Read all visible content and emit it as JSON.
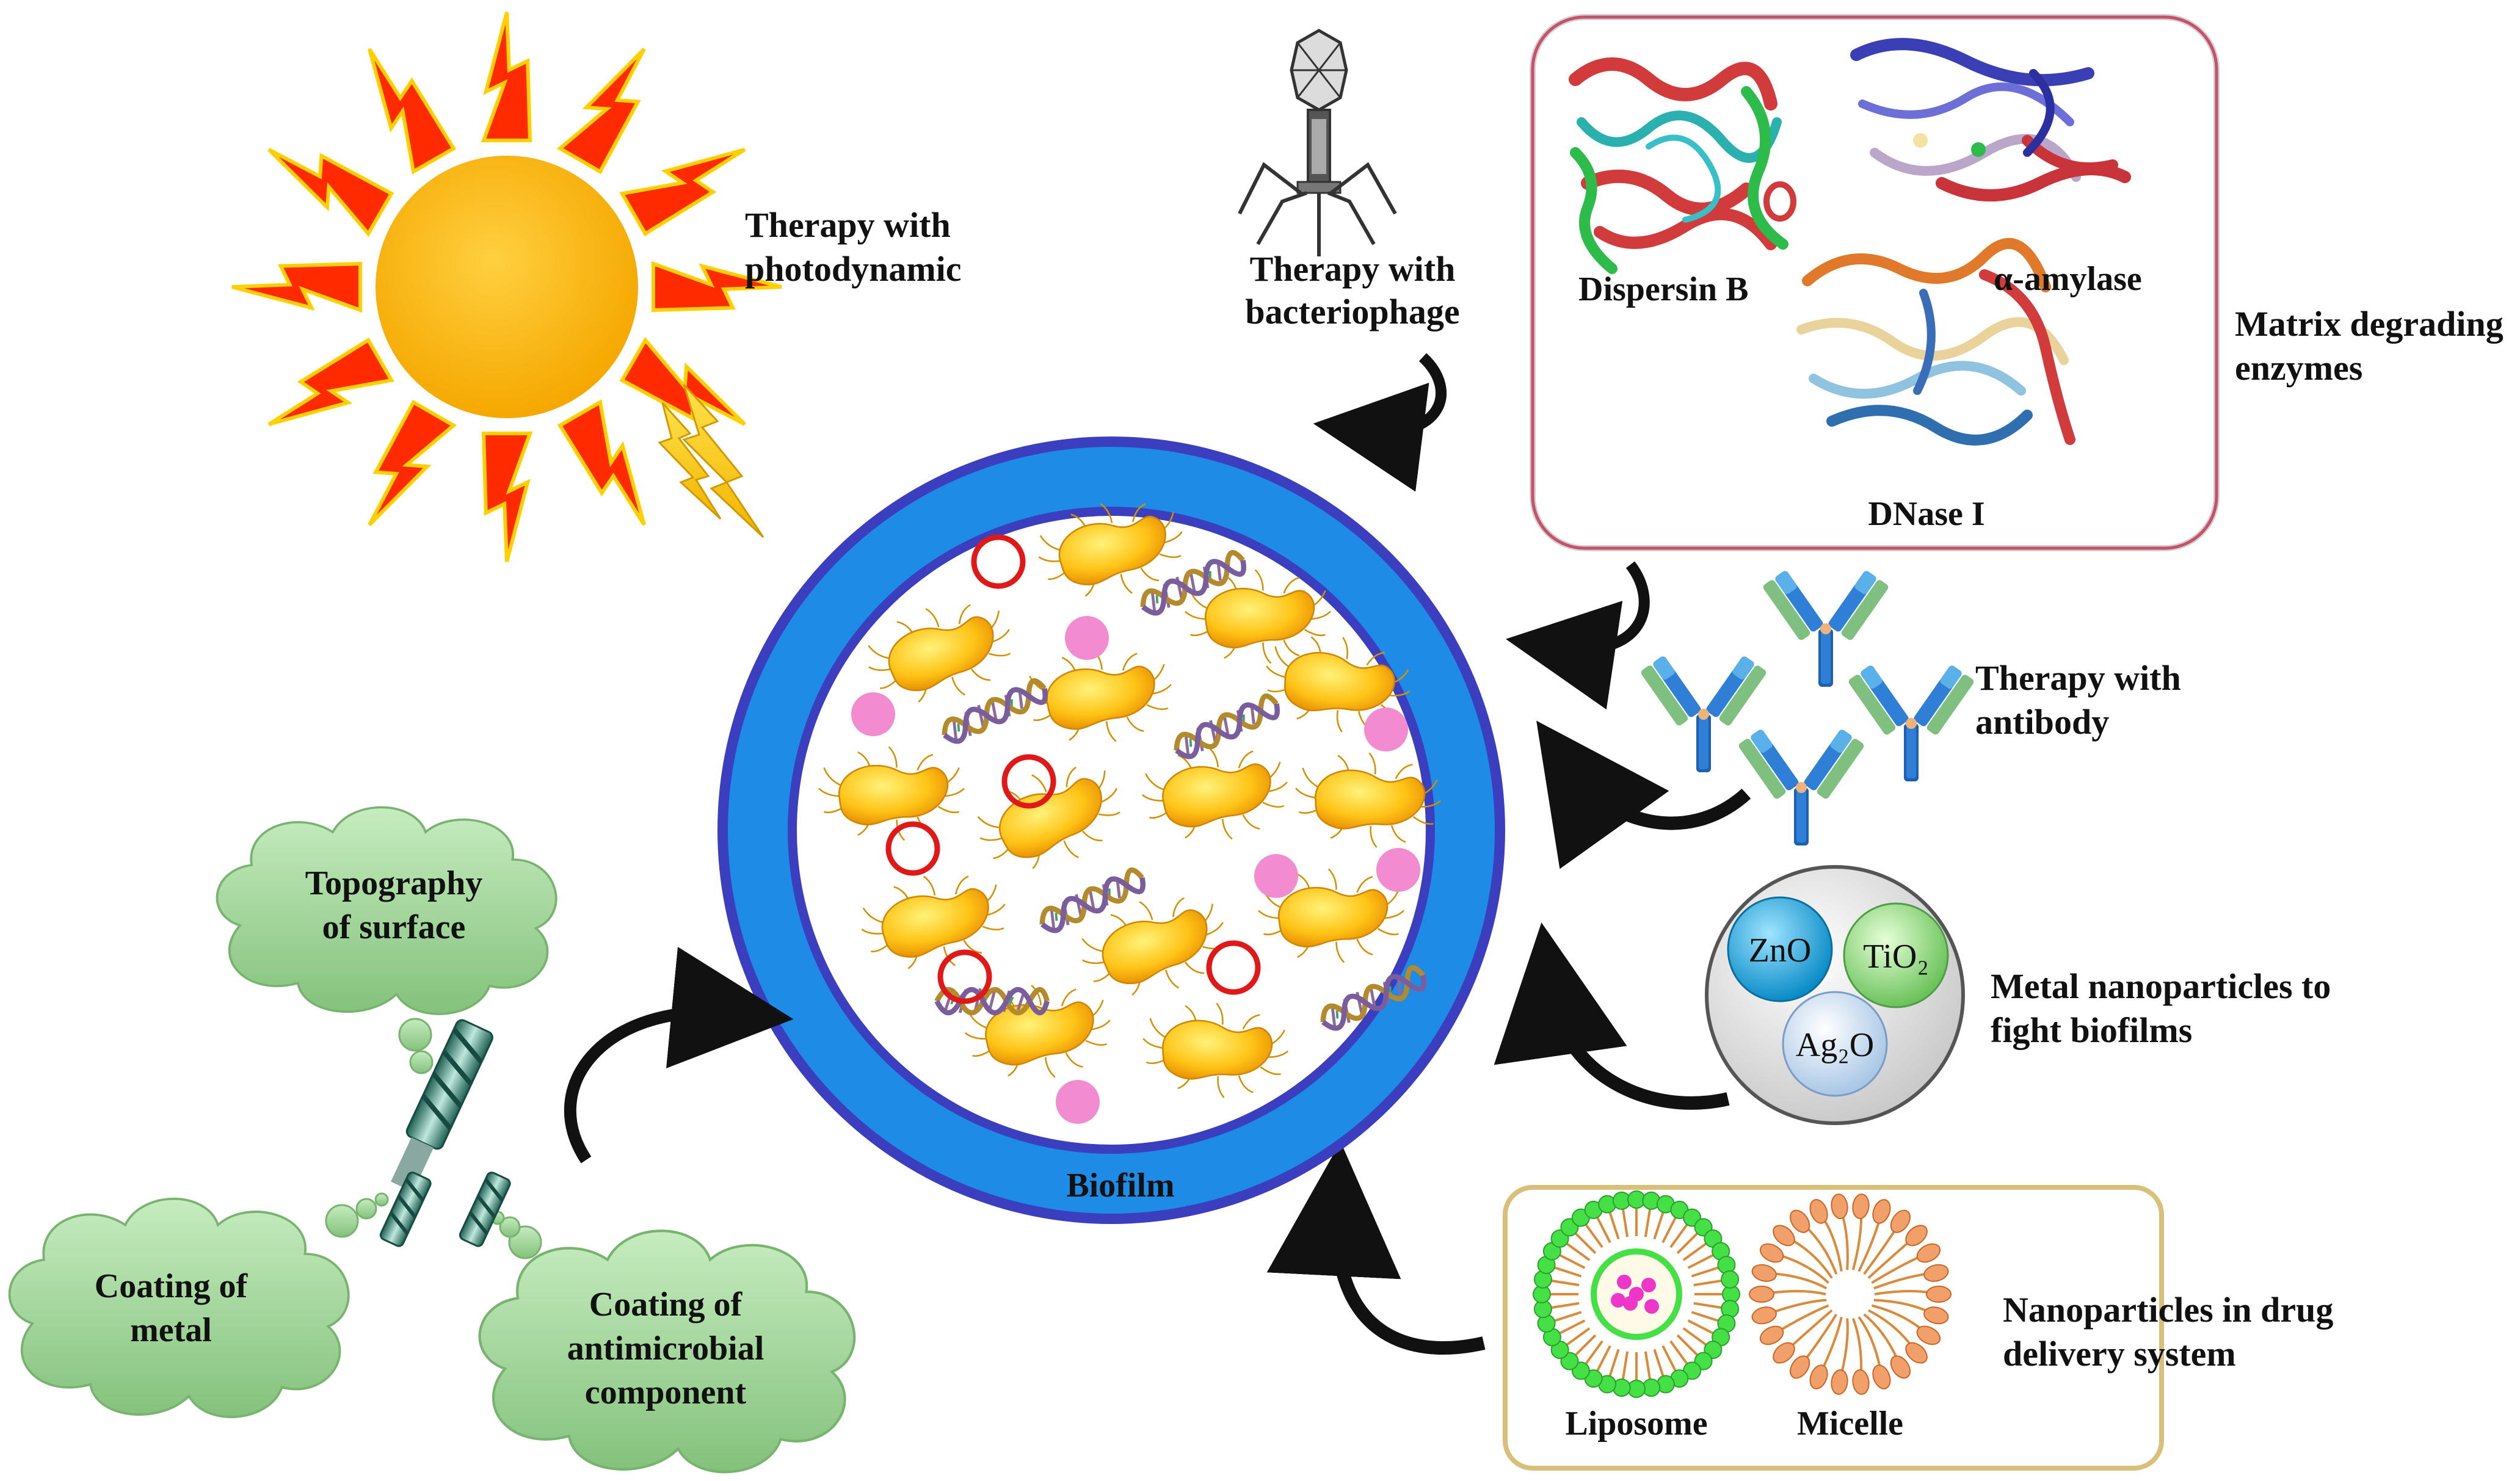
{
  "labels": {
    "photodynamic": [
      "Therapy with",
      "photodynamic"
    ],
    "bacteriophage": [
      "Therapy with",
      "bacteriophage"
    ],
    "dispersin": "Dispersin B",
    "amylase": "α-amylase",
    "dnase": "DNase I",
    "matrix": [
      "Matrix degrading",
      "enzymes"
    ],
    "antibody": [
      "Therapy with",
      "antibody"
    ],
    "metal_np": [
      "Metal nanoparticles to",
      "fight biofilms"
    ],
    "zno": "ZnO",
    "tio2": "TiO₂",
    "ag2o": "Ag₂O",
    "drug_delivery": [
      "Nanoparticles in drug",
      "delivery system"
    ],
    "liposome": "Liposome",
    "micelle": "Micelle",
    "biofilm": "Biofilm",
    "topography": [
      "Topography",
      "of surface"
    ],
    "coating_metal": [
      "Coating of",
      "metal"
    ],
    "coating_antimicrobial": [
      "Coating of",
      "antimicrobial",
      "component"
    ]
  },
  "colors": {
    "ring_outer": "#3b3fbf",
    "ring_fill": "#1e8ce6",
    "sun": "#ffb300",
    "rays": "#ff2a00",
    "cloud": "#a8d8a0",
    "pink_dot": "#f38bd0",
    "red_ring": "#e01818",
    "bacteria": "#ffc21a"
  }
}
